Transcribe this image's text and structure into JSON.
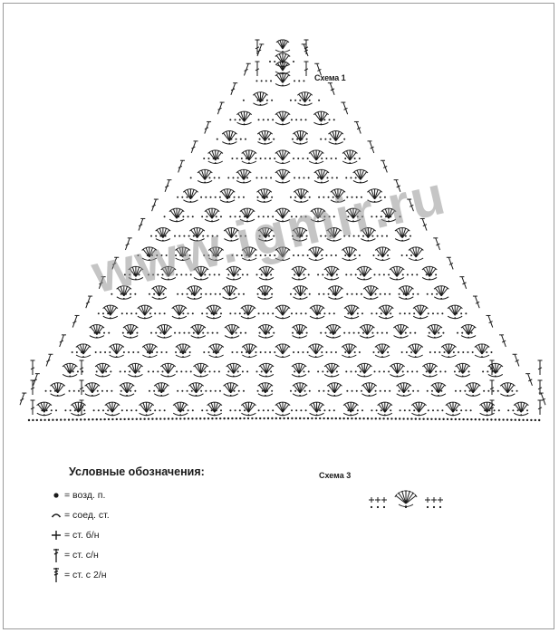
{
  "labels": {
    "scheme1": "Схема 1",
    "scheme3": "Схема 3",
    "watermark": "www.igmir.ru"
  },
  "legend": {
    "title": "Условные обозначения:",
    "items": [
      {
        "symbol": "chain-dot-icon",
        "text": "= возд. п."
      },
      {
        "symbol": "slip-stitch-arc-icon",
        "text": "= соед. ст."
      },
      {
        "symbol": "single-crochet-plus-icon",
        "text": "= ст. б/н"
      },
      {
        "symbol": "double-crochet-icon",
        "text": "= ст. с/н"
      },
      {
        "symbol": "treble-crochet-icon",
        "text": "= ст. с 2/н"
      }
    ]
  },
  "colors": {
    "ink": "#1a1a1a",
    "watermark": "#969696",
    "frame": "#9a9a9a"
  }
}
